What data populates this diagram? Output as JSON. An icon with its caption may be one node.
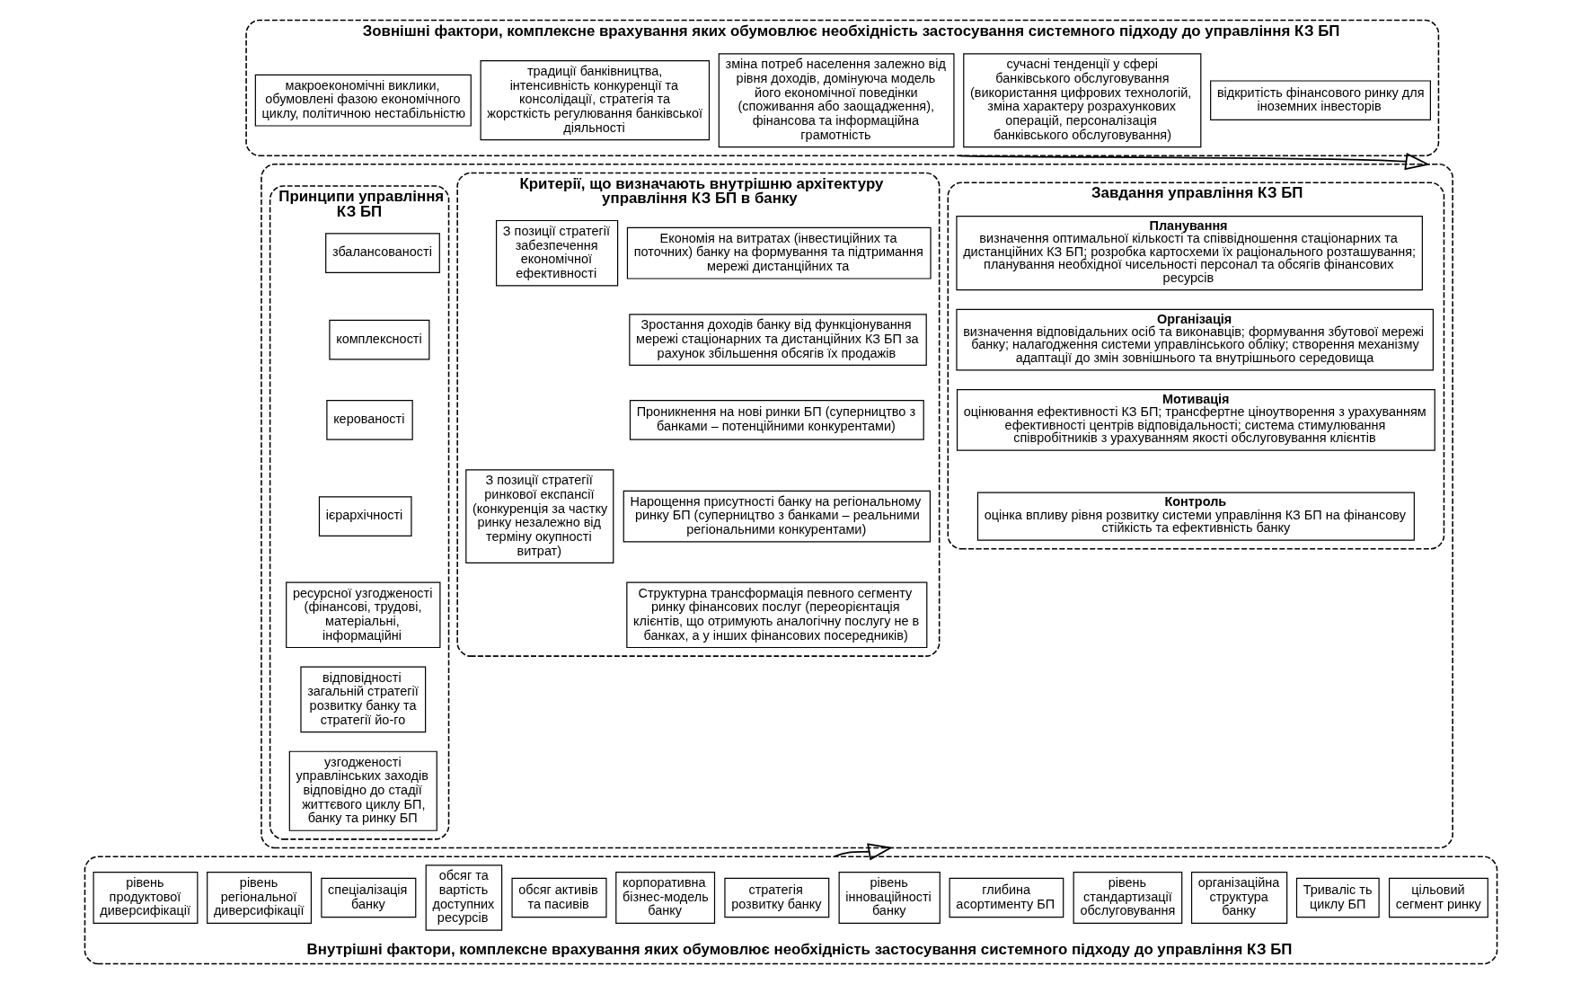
{
  "diagram": {
    "nodes": [
      {
        "text": [
          "Зовнішні фактори, комплексне врахування яких обумовлює необхідність застосування системного підходу до управління КЗ БП"
        ]
      },
      {
        "text": [
          "макроекономічні виклики, обумовлені фазою економічного циклу, політичною нестабільністю"
        ],
        "in": 0
      },
      {
        "text": [
          "традиції банківництва, інтенсивність конкуренції та консолідації, стратегія та жорсткість регулювання банківської діяльності"
        ],
        "in": 0
      },
      {
        "text": [
          "зміна потреб населення залежно від рівня доходів, домінуюча модель його економічної поведінки (споживання або заощадження), фінансова та інформаційна грамотність"
        ],
        "in": 0
      },
      {
        "text": [
          "сучасні тенденції у сфері банківського обслуговування (використання цифрових технологій, зміна характеру розрахункових операцій, персоналізація банківського обслуговування)"
        ],
        "in": 0
      },
      {
        "text": [
          "відкритість фінансового ринку для іноземних інвесторів"
        ],
        "in": 0
      },
      {
        "text": [],
        "shape": "box"
      },
      {
        "text": [
          "Принципи управління КЗ БП"
        ],
        "in": 6
      },
      {
        "text": [
          "збалансованості"
        ],
        "in": 7
      },
      {
        "text": [
          "комплексності"
        ],
        "in": 7
      },
      {
        "text": [
          "керованості"
        ],
        "in": 7
      },
      {
        "text": [
          "ієрархічності"
        ],
        "in": 7
      },
      {
        "text": [
          "ресурсної узгодженості (фінансові, трудові, матеріальні, інформаційні"
        ],
        "in": 7
      },
      {
        "text": [
          "відповідності загальній стратегії розвитку банку та стратегії йо-го"
        ],
        "in": 7
      },
      {
        "text": [
          "узгодженості управлінських заходів відповідно до стадії життєвого циклу БП, банку та ринку БП"
        ],
        "in": 7
      },
      {
        "text": [
          "Завдання управління КЗ БП"
        ],
        "in": 6
      },
      {
        "text": [
          "Планування",
          "визначення оптимальної кількості та співвідношення стаціонарних та дистанційних КЗ БП; розробка картосхеми їх раціонального розташування; планування необхідної чисельності персонал та обсягів фінансових ресурсів"
        ],
        "in": 15
      },
      {
        "text": [
          "Організація",
          "визначення відповідальних осіб та виконавців; формування збутової мережі банку; налагодження системи управлінського обліку; створення механізму адаптації до змін зовнішнього та внутрішнього середовища"
        ],
        "in": 15
      },
      {
        "text": [
          "Мотивація",
          "оцінювання ефективності КЗ БП; трансфертне ціноутворення з урахуванням ефективності центрів відповідальності; система стимулювання співробітників з урахуванням якості обслуговування клієнтів"
        ],
        "in": 15
      },
      {
        "text": [
          "Контроль",
          "оцінка впливу рівня розвитку системи управління КЗ БП на фінансову стійкість та ефективність банку"
        ],
        "in": 15
      },
      {
        "text": [
          "Критерії, що визначають внутрішню архітектуру управління КЗ БП в банку"
        ],
        "in": 6
      },
      {
        "text": [
          "З позиції стратегії забезпечення економічної ефективності"
        ],
        "in": 20
      },
      {
        "text": [
          "Економія на витратах (інвестиційних та поточних) банку на формування та підтримання мережі дистанційних та"
        ],
        "in": 20
      },
      {
        "text": [
          "Зростання доходів банку від функціонування мережі стаціонарних та дистанційних КЗ БП за рахунок збільшення обсягів їх продажів"
        ],
        "in": 20
      },
      {
        "text": [
          "З позиції стратегії ринкової експансії (конкуренція за частку ринку незалежно від терміну окупності витрат)"
        ],
        "in": 20
      },
      {
        "text": [
          "Проникнення на нові ринки БП (суперництво з банками – потенційними конкурентами)"
        ],
        "in": 20
      },
      {
        "text": [
          "Нарощення присутності банку на регіональному ринку БП (суперництво з банками – реальними регіональними конкурентами)"
        ],
        "in": 20
      },
      {
        "text": [
          "Структурна трансформація певного сегменту ринку фінансових послуг (переорієнтація клієнтів, що отримують аналогічну послугу не в банках, а у інших фінансових посередників)"
        ],
        "in": 20
      },
      {
        "text": [
          "Внутрішні фактори, комплексне врахування яких обумовлює необхідність застосування системного підходу до управління КЗ БП"
        ]
      },
      {
        "text": [
          "рівень продуктової диверсифікації"
        ],
        "in": 28
      },
      {
        "text": [
          "рівень регіональної диверсифікації"
        ],
        "in": 28
      },
      {
        "text": [
          "спеціалізація банку"
        ],
        "in": 28
      },
      {
        "text": [
          "обсяг та вартість доступних ресурсів"
        ],
        "in": 28
      },
      {
        "text": [
          "обсяг активів та пасивів"
        ],
        "in": 28
      },
      {
        "text": [
          "корпоративна бізнес-модель банку"
        ],
        "in": 28
      },
      {
        "text": [
          "стратегія розвитку банку"
        ],
        "in": 28
      },
      {
        "text": [
          "рівень інноваційності банку"
        ],
        "in": 28
      },
      {
        "text": [
          "глибина асортименту БП"
        ],
        "in": 28
      },
      {
        "text": [
          "рівень стандартизації обслуговування"
        ],
        "in": 28
      },
      {
        "text": [
          "організаційна структура банку"
        ],
        "in": 28
      },
      {
        "text": [
          "Триваліс ть циклу БП"
        ],
        "in": 28
      },
      {
        "text": [
          "цільовий сегмент ринку"
        ],
        "in": 28
      }
    ],
    "edges": [
      {
        "from": 0,
        "to": 6,
        "arrow": "to"
      },
      {
        "from": 28,
        "to": 6,
        "arrow": "to"
      }
    ]
  }
}
